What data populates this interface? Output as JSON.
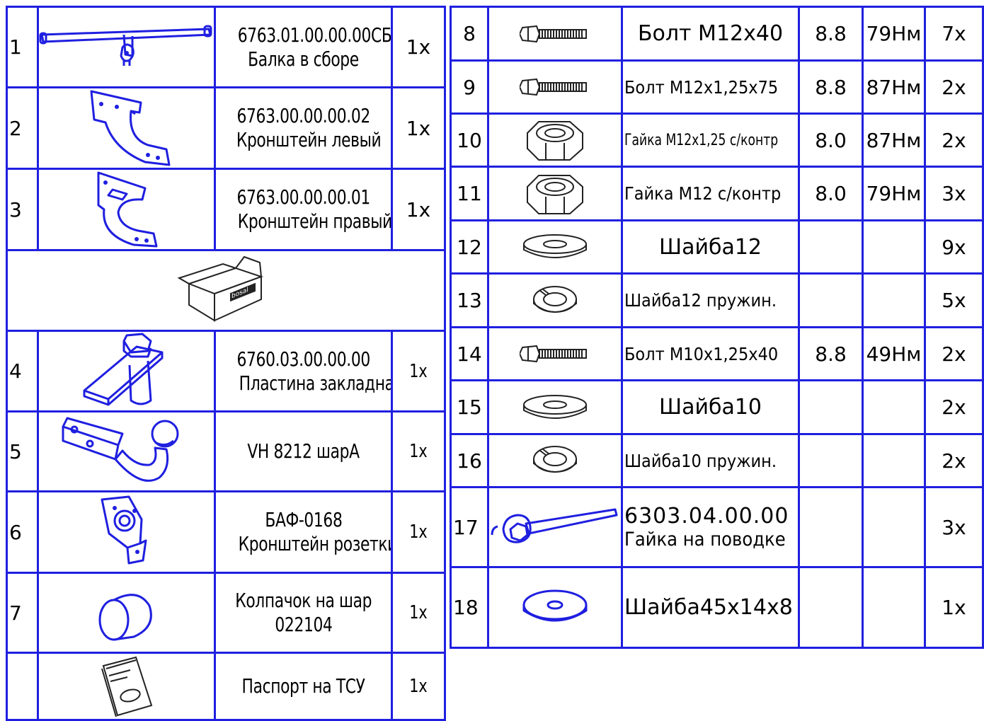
{
  "colors": {
    "border": "#1f1fe0",
    "line_art": "#1f1fe0",
    "text": "#000000"
  },
  "left_rows": [
    {
      "num": "1",
      "icon": "beam-assembly-icon",
      "code": "6763.01.00.00.00СБ",
      "name": "Балка в сборе",
      "count": "1x"
    },
    {
      "num": "2",
      "icon": "left-bracket-icon",
      "code": "6763.00.00.00.02",
      "name": "Кронштейн левый",
      "count": "1x"
    },
    {
      "num": "3",
      "icon": "right-bracket-icon",
      "code": "6763.00.00.00.01",
      "name": "Кронштейн правый",
      "count": "1x"
    },
    {
      "num": "4",
      "icon": "embedded-plate-icon",
      "code": "6760.03.00.00.00",
      "name": "Пластина закладная",
      "count": "1x"
    },
    {
      "num": "5",
      "icon": "towball-icon",
      "code": "",
      "name": "VH 8212 шарА",
      "count": "1x"
    },
    {
      "num": "6",
      "icon": "socket-bracket-icon",
      "code": "БАФ-0168",
      "name": "Кронштейн розетки",
      "count": "1x"
    },
    {
      "num": "7",
      "icon": "ball-cap-icon",
      "code": "Колпачок на шар",
      "name": "022104",
      "count": "1x"
    },
    {
      "num": "",
      "icon": "passport-icon",
      "code": "",
      "name": "Паспорт на ТСУ",
      "count": "1x"
    }
  ],
  "box_row": {
    "icon": "packaging-box-icon",
    "box_label": "bosal"
  },
  "right_rows": [
    {
      "num": "8",
      "icon": "bolt-icon",
      "name": "Болт М12х40",
      "class": "8.8",
      "torque": "79Нм",
      "count": "7x"
    },
    {
      "num": "9",
      "icon": "bolt-icon",
      "name": "Болт М12х1,25х75",
      "class": "8.8",
      "torque": "87Нм",
      "count": "2x"
    },
    {
      "num": "10",
      "icon": "nut-icon",
      "name": "Гайка М12х1,25 с/контр",
      "class": "8.0",
      "torque": "87Нм",
      "count": "2x"
    },
    {
      "num": "11",
      "icon": "nut-icon",
      "name": "Гайка М12 с/контр",
      "class": "8.0",
      "torque": "79Нм",
      "count": "3x"
    },
    {
      "num": "12",
      "icon": "washer-icon",
      "name": "Шайба12",
      "class": "",
      "torque": "",
      "count": "9x"
    },
    {
      "num": "13",
      "icon": "spring-washer-icon",
      "name": "Шайба12 пружин.",
      "class": "",
      "torque": "",
      "count": "5x"
    },
    {
      "num": "14",
      "icon": "bolt-icon",
      "name": "Болт М10х1,25х40",
      "class": "8.8",
      "torque": "49Нм",
      "count": "2x"
    },
    {
      "num": "15",
      "icon": "washer-icon",
      "name": "Шайба10",
      "class": "",
      "torque": "",
      "count": "2x"
    },
    {
      "num": "16",
      "icon": "spring-washer-icon",
      "name": "Шайба10 пружин.",
      "class": "",
      "torque": "",
      "count": "2x"
    },
    {
      "num": "17",
      "icon": "leash-nut-icon",
      "name": "6303.04.00.00",
      "name2": "Гайка на поводке",
      "class": "",
      "torque": "",
      "count": "3x"
    },
    {
      "num": "18",
      "icon": "large-washer-icon",
      "name": "Шайба45х14х8",
      "class": "",
      "torque": "",
      "count": "1x"
    }
  ]
}
